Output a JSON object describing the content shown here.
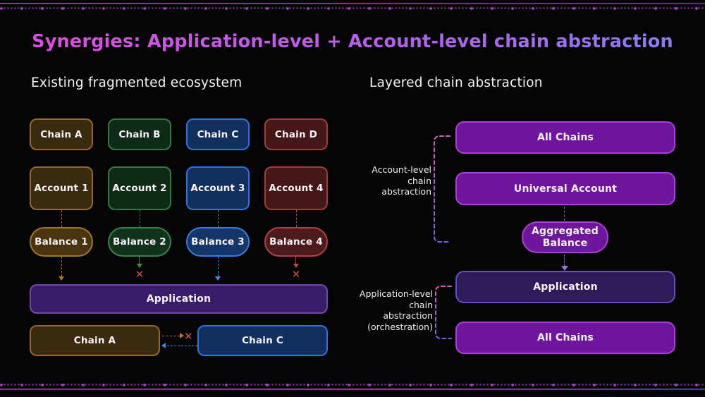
{
  "slide": {
    "title": "Synergies: Application-level + Account-level chain abstraction"
  },
  "left": {
    "heading": "Existing fragmented ecosystem",
    "columns": [
      {
        "chain": "Chain A",
        "account": "Account 1",
        "balance": "Balance 1"
      },
      {
        "chain": "Chain B",
        "account": "Account 2",
        "balance": "Balance 2"
      },
      {
        "chain": "Chain C",
        "account": "Account 3",
        "balance": "Balance 3"
      },
      {
        "chain": "Chain D",
        "account": "Account 4",
        "balance": "Balance 4"
      }
    ],
    "application_label": "Application",
    "bottom_chain_a": "Chain A",
    "bottom_chain_c": "Chain C"
  },
  "right": {
    "heading": "Layered chain abstraction",
    "all_chains_top": "All Chains",
    "universal_account": "Universal Account",
    "aggregated_balance": [
      "Aggregated",
      "Balance"
    ],
    "application": "Application",
    "all_chains_bottom": "All Chains",
    "account_level_label": [
      "Account-level",
      "chain",
      "abstraction"
    ],
    "application_level_label": [
      "Application-level",
      "chain",
      "abstraction",
      "(orchestration)"
    ]
  },
  "icons": {
    "x_mark": "✕"
  },
  "colors": {
    "background": "#050505",
    "title_gradient_from": "#d94fe0",
    "title_gradient_to": "#8b7af2",
    "olive_fill": "#3a2b10",
    "olive_border": "#96692a",
    "green_fill": "#0d2b17",
    "green_border": "#2f7a44",
    "blue_fill": "#11305f",
    "blue_border": "#3273d8",
    "red_fill": "#441818",
    "red_border": "#a33c3c",
    "purple_fill": "#6e169e",
    "purple_border": "#a93fd4",
    "application_left_fill": "#3a1d69",
    "application_left_border": "#6f4ba8",
    "application_right_fill": "#2e1b5a",
    "application_right_border": "#6b4cc0",
    "failure_x": "#c9504f",
    "bracket_top": "#d45fb8",
    "bracket_bottom": "#7a62e0"
  }
}
